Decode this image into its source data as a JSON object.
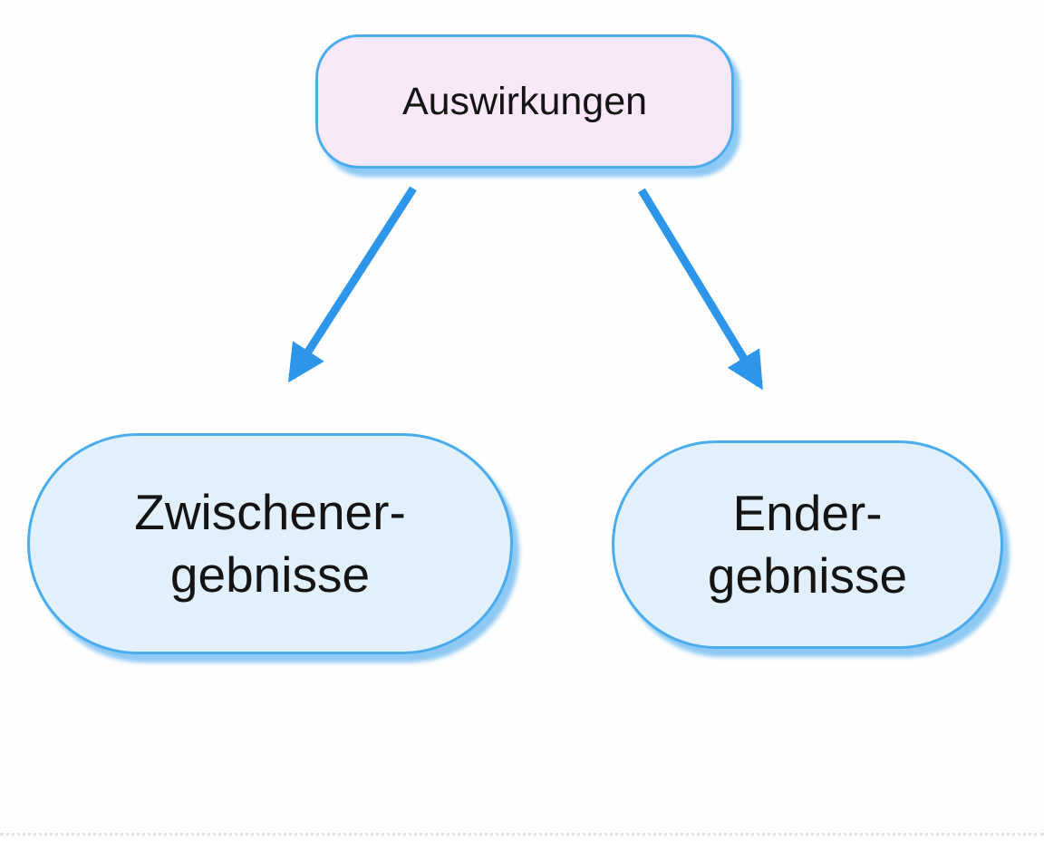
{
  "diagram": {
    "root": {
      "label": "Auswirkungen"
    },
    "children": [
      {
        "id": "zwischenergebnisse",
        "lines": [
          "Zwischener-",
          "gebnisse"
        ]
      },
      {
        "id": "endergebnisse",
        "lines": [
          "Ender-",
          "gebnisse"
        ]
      }
    ],
    "colors": {
      "root_fill": "#f9e9f8",
      "child_fill": "#e2f0fb",
      "node_border": "#4aaced",
      "arrow": "#2d96ea",
      "shadow": "#8ec9f3",
      "text": "#141414"
    }
  }
}
